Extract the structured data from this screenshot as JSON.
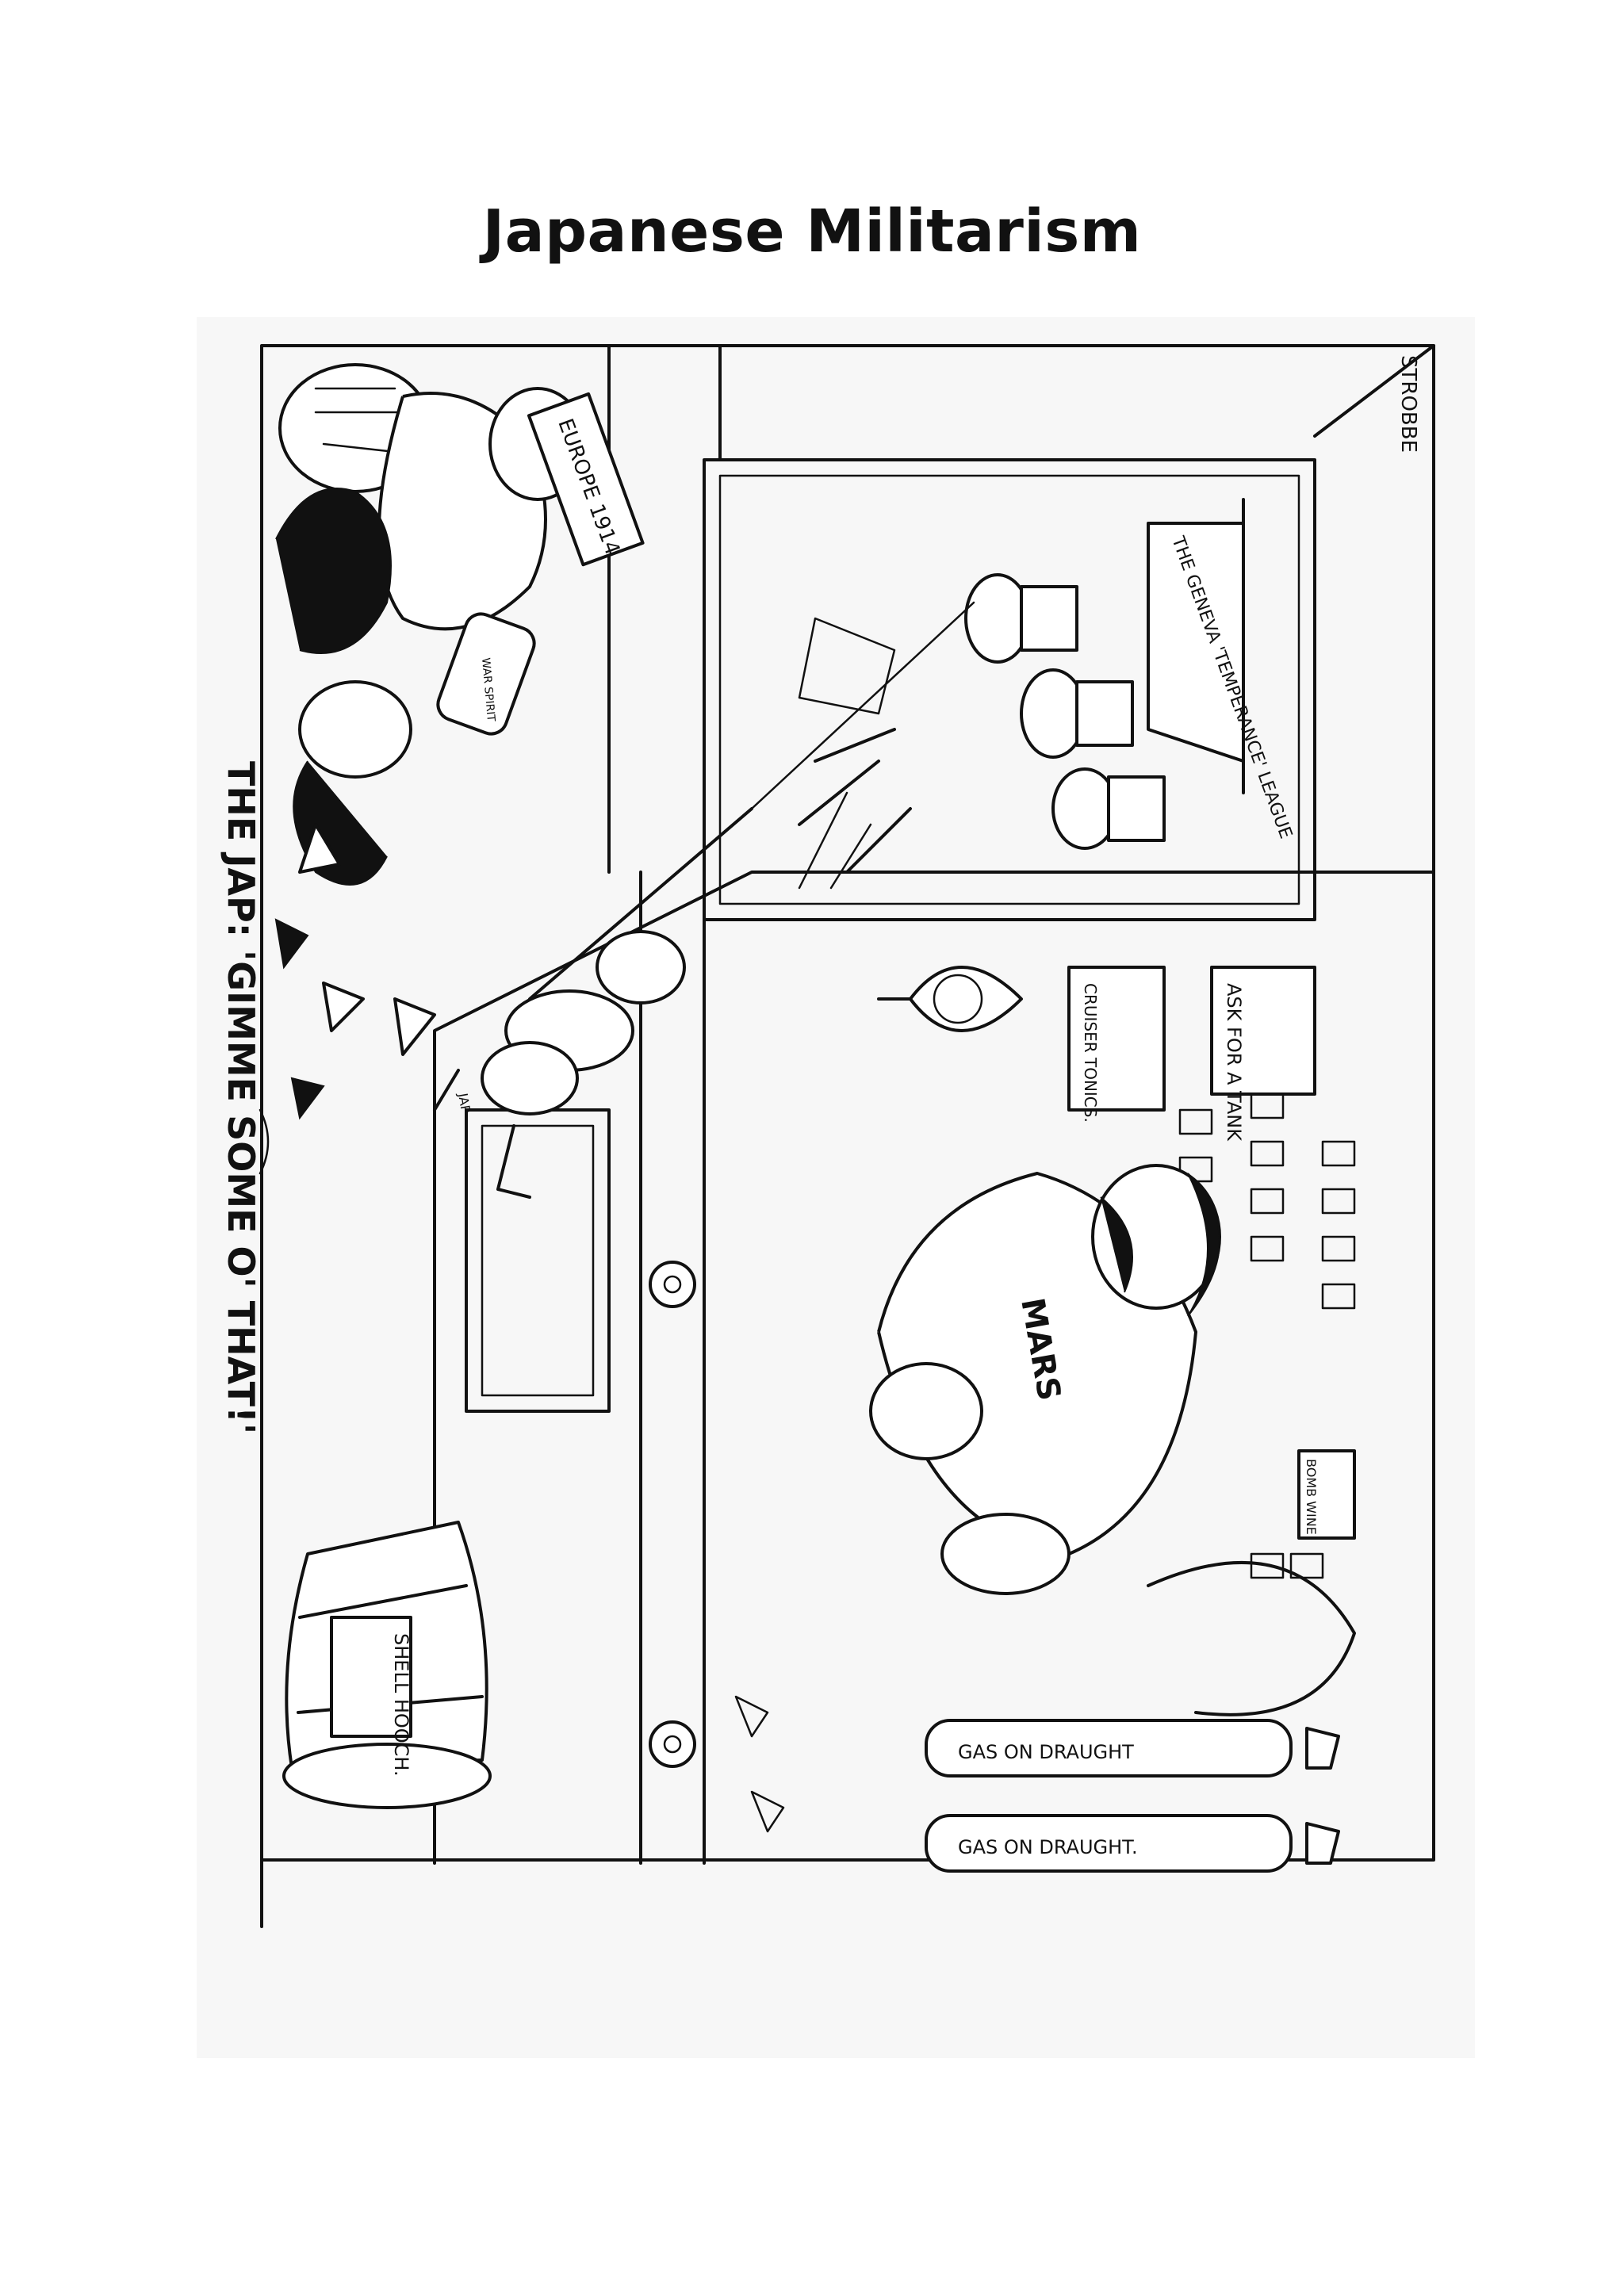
{
  "page": {
    "title": "Japanese Militarism"
  },
  "cartoon": {
    "caption": "THE JAP: 'GIMME SOME O' THAT!'",
    "signature": "STROBBE",
    "labels": {
      "mars": "MARS",
      "gas_draught_1": "GAS ON DRAUGHT",
      "gas_draught_2": "GAS ON DRAUGHT.",
      "shell_hooch": "SHELL HOOCH.",
      "ask_for_tank": "ASK FOR A TANK",
      "cruiser_tonics": "CRUISER TONICS.",
      "bomb_wine": "BOMB WINE",
      "geneva_league": "THE GENEVA 'TEMPERANCE' LEAGUE",
      "europe_1914": "EUROPE 1914",
      "bottle_label": "WAR SPIRIT",
      "jap_flag": "JAP"
    }
  }
}
